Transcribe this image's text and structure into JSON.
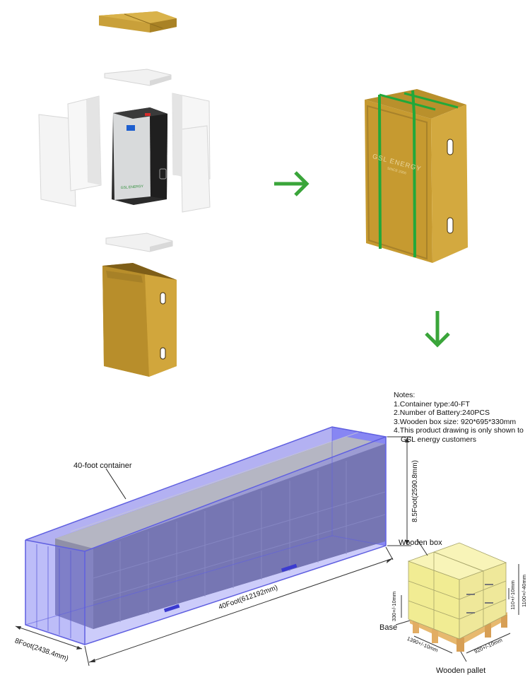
{
  "notes": {
    "title": "Notes:",
    "items": [
      "1.Container type:40-FT",
      "2.Number of Battery:240PCS",
      "3.Wooden box size: 920*695*330mm",
      "4.This product drawing is only shown to"
    ],
    "item4_cont": "GSL energy customers"
  },
  "labels": {
    "container": "40-foot container",
    "height": "8.5Foot(2590.8mm)",
    "length": "40Foot(612192mm)",
    "width": "8Foot(2438.4mm)",
    "wooden_box": "Wooden box",
    "base": "Base",
    "wooden_pallet": "Wooden pallet",
    "pallet_length": "1390+/-10mm",
    "pallet_width": "920+/-10mm",
    "base_height": "330+/-10mm",
    "layer_height": "110+/-10mm",
    "stack_height": "1100+/-40mm",
    "crate_brand": "GSL ENERGY",
    "crate_since": "SINCE 2006",
    "battery_brand": "GSL ENERGY"
  },
  "colors": {
    "arrow": "#3aa53a",
    "wood": "#c8a23a",
    "container": "#6c6cf0",
    "strap": "#22a83a",
    "box_yellow": "#f4f0a0"
  }
}
